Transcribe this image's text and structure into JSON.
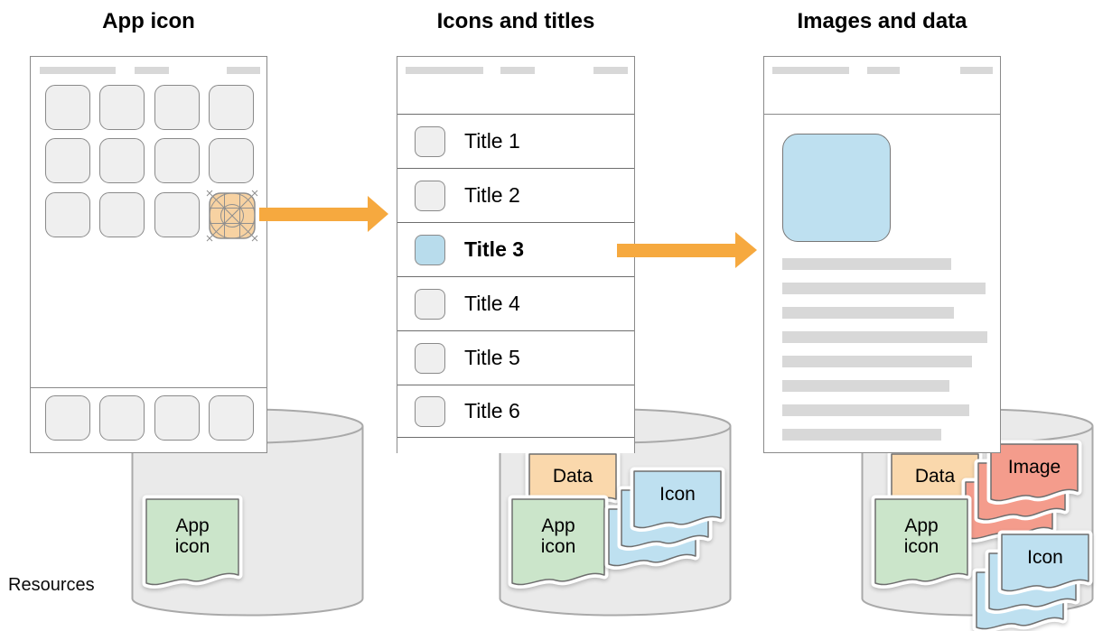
{
  "headings": {
    "col1": "App icon",
    "col2": "Icons and titles",
    "col3": "Images and data"
  },
  "resources_label": "Resources",
  "list": {
    "rows": [
      {
        "label": "Title 1",
        "selected": false
      },
      {
        "label": "Title 2",
        "selected": false
      },
      {
        "label": "Title 3",
        "selected": true
      },
      {
        "label": "Title 4",
        "selected": false
      },
      {
        "label": "Title 5",
        "selected": false
      },
      {
        "label": "Title 6",
        "selected": false
      }
    ]
  },
  "phone3": {
    "content_bar_widths": [
      187,
      225,
      190,
      227,
      210,
      185,
      207,
      176
    ]
  },
  "cylinders": [
    {
      "docs": [
        {
          "label": "App\nicon",
          "color": "green",
          "stack": 1
        }
      ]
    },
    {
      "docs": [
        {
          "label": "Data",
          "color": "orange",
          "stack": 1
        },
        {
          "label": "App\nicon",
          "color": "green",
          "stack": 1
        },
        {
          "label": "Icon",
          "color": "blue",
          "stack": 3
        }
      ]
    },
    {
      "docs": [
        {
          "label": "Data",
          "color": "orange",
          "stack": 1
        },
        {
          "label": "Image",
          "color": "red",
          "stack": 3
        },
        {
          "label": "App\nicon",
          "color": "green",
          "stack": 1
        },
        {
          "label": "Icon",
          "color": "blue",
          "stack": 3
        }
      ]
    }
  ],
  "colors": {
    "arrow": "#F6A93F",
    "doc_green": "#CBE5CA",
    "doc_orange": "#FAD8AC",
    "doc_blue": "#BEE0F0",
    "doc_red": "#F49C8C",
    "highlight_app_icon": "#F7D2A2",
    "selected_row_icon": "#B8DCEC",
    "image_placeholder": "#BEE0F0",
    "placeholder_bar": "#D8D8D8",
    "cylinder_fill": "#EAEAEA",
    "cylinder_stroke": "#A9A9A9"
  }
}
